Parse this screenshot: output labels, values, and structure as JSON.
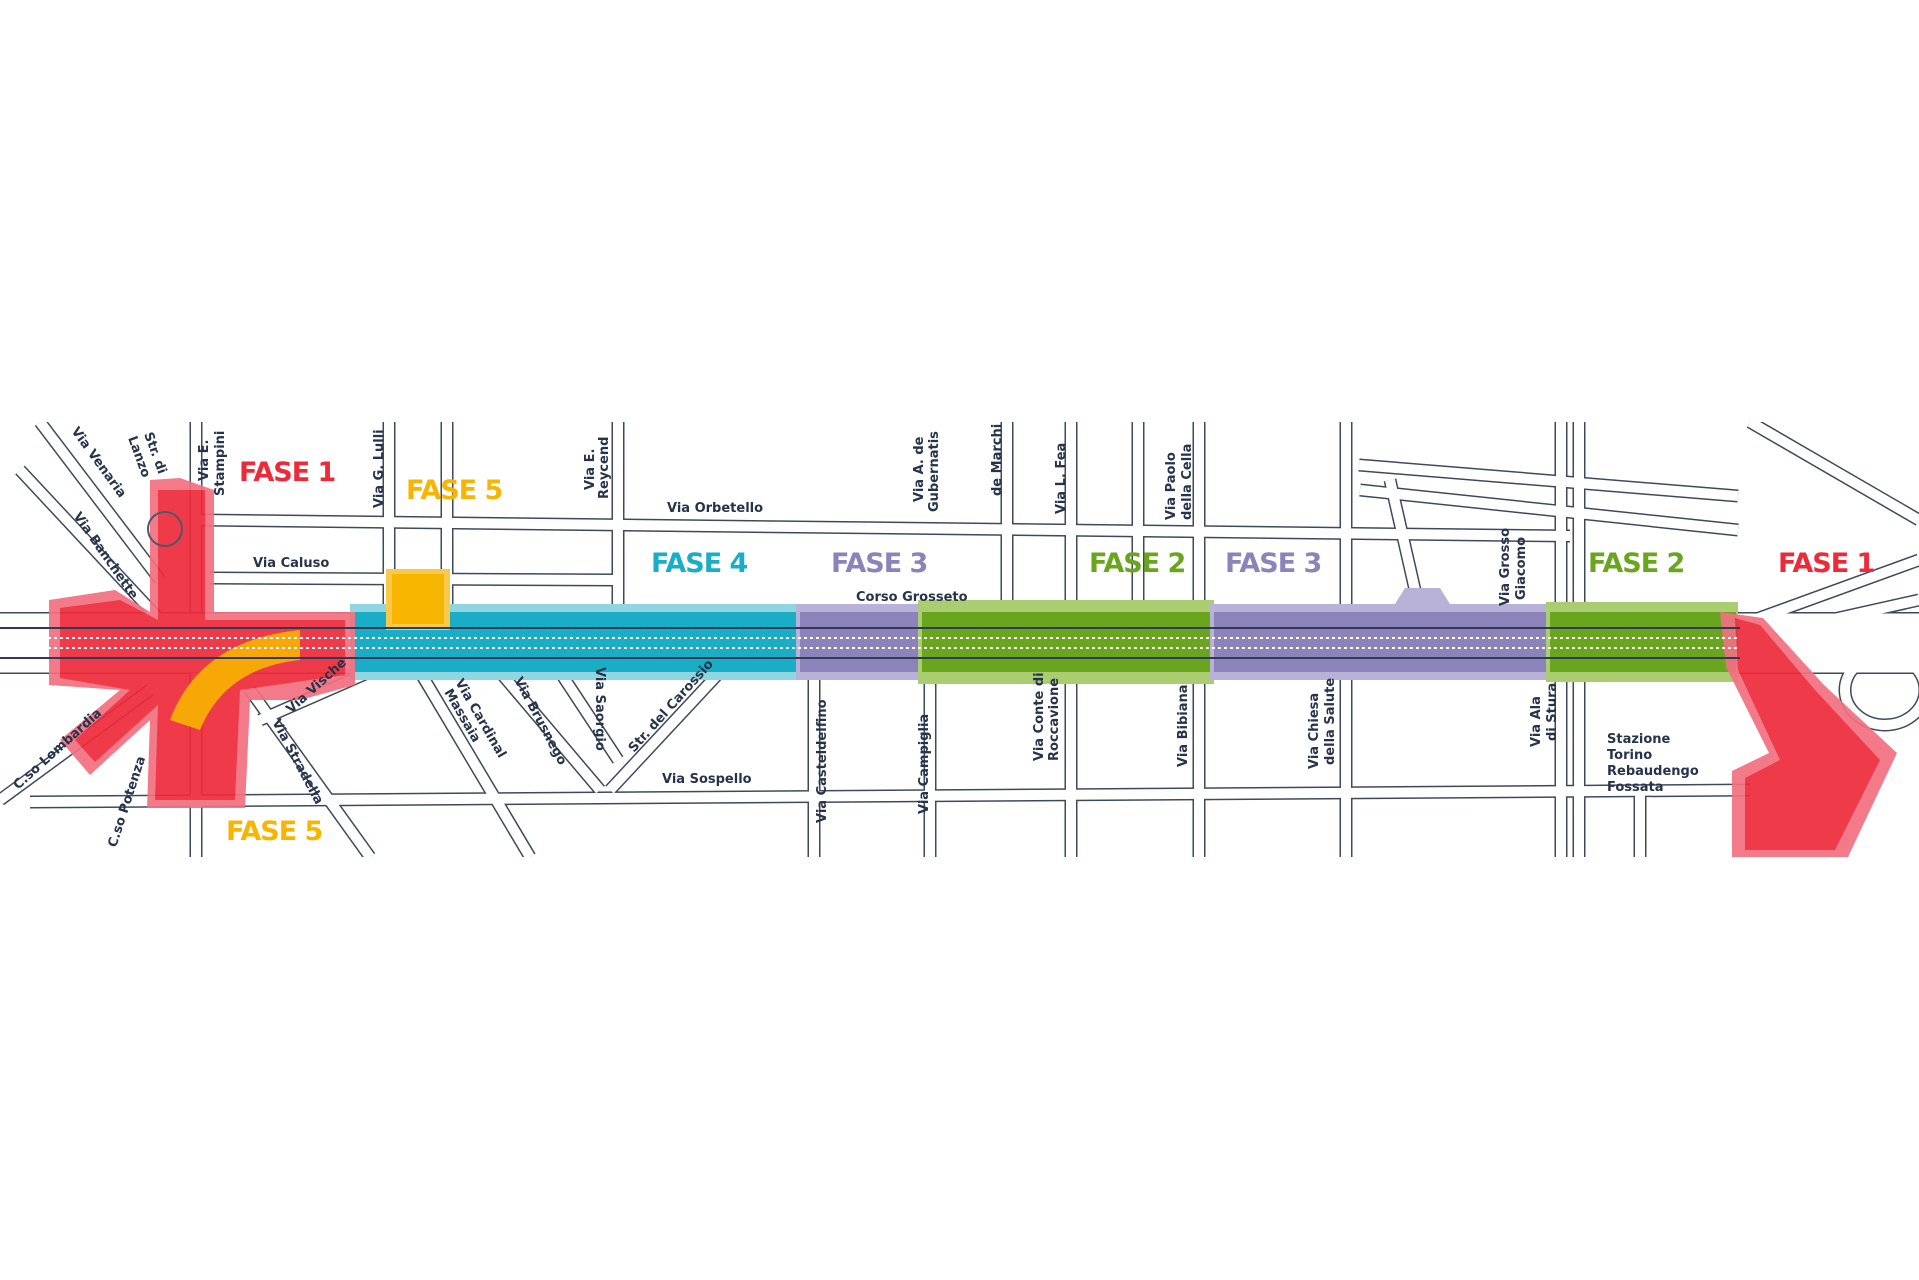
{
  "colors": {
    "fase1": "#ee2a3a",
    "fase2": "#6aa51e",
    "fase3": "#8b83b9",
    "fase4": "#19adc6",
    "fase5": "#f7b500",
    "road": "#3e4a5c"
  },
  "phases": [
    {
      "label": "FASE 1",
      "phase": 1
    },
    {
      "label": "FASE 5",
      "phase": 5
    },
    {
      "label": "FASE 4",
      "phase": 4
    },
    {
      "label": "FASE 3",
      "phase": 3
    },
    {
      "label": "FASE 2",
      "phase": 2
    },
    {
      "label": "FASE 3",
      "phase": 3
    },
    {
      "label": "FASE 2",
      "phase": 2
    },
    {
      "label": "FASE 1",
      "phase": 1
    },
    {
      "label": "FASE 5",
      "phase": 5
    }
  ],
  "streets": {
    "venaria": "Via Venaria",
    "lanzo": [
      "Str. di",
      "Lanzo"
    ],
    "stampini": [
      "Via E.",
      "Stampini"
    ],
    "lulli": "Via G. Lulli",
    "reycend": [
      "Via E.",
      "Reycend"
    ],
    "gubernatis": [
      "Via A. de",
      "Gubernatis"
    ],
    "demarchi": "de Marchi",
    "fea": "Via L. Fea",
    "cella": [
      "Via Paolo",
      "della Cella"
    ],
    "grosso": [
      "Via Grosso",
      "Giacomo"
    ],
    "banchette": "Via Banchette",
    "caluso": "Via Caluso",
    "orbetello": "Via Orbetello",
    "grosseto": "Corso Grosseto",
    "vische": "Via Vische",
    "stradella": "Via Stradella",
    "massaia": [
      "Via Cardinal",
      "Massaia"
    ],
    "brusnego": "Via Brusnego",
    "saorgio": "Via Saorgio",
    "carossio": "Str. del Carossio",
    "sospello": "Via Sospello",
    "lombardia": "C.so Lombardia",
    "potenza": "C.so Potenza",
    "casteldelfino": "Via Casteldelfino",
    "campiglia": "Via Campiglia",
    "roccavione": [
      "Via Conte di",
      "Roccavione"
    ],
    "bibiana": "Via Bibiana",
    "salute": [
      "Via Chiesa",
      "della Salute"
    ],
    "stura": [
      "Via Ala",
      "di Stura"
    ],
    "stazione": [
      "Stazione",
      "Torino",
      "Rebaudengo",
      "Fossata"
    ]
  }
}
